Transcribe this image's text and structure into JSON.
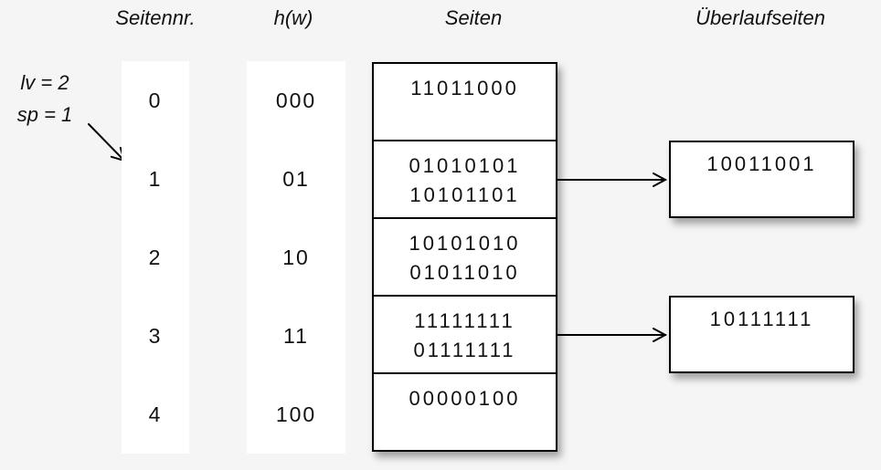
{
  "headers": {
    "seitennr": "Seitennr.",
    "hw": "h(w)",
    "seiten": "Seiten",
    "ueberlauf": "Überlaufseiten"
  },
  "annotation": {
    "line1": "lv = 2",
    "line2": "sp = 1"
  },
  "rows": [
    {
      "nr": "0",
      "hash": "000",
      "entries": [
        "11011000",
        ""
      ]
    },
    {
      "nr": "1",
      "hash": "01",
      "entries": [
        "01010101",
        "10101101"
      ],
      "overflow": "10011001"
    },
    {
      "nr": "2",
      "hash": "10",
      "entries": [
        "10101010",
        "01011010"
      ]
    },
    {
      "nr": "3",
      "hash": "11",
      "entries": [
        "11111111",
        "01111111"
      ],
      "overflow": "10111111"
    },
    {
      "nr": "4",
      "hash": "100",
      "entries": [
        "00000100",
        ""
      ]
    }
  ],
  "colors": {
    "background": "#f5f5f6",
    "box_fill": "#ffffff",
    "line": "#000000"
  }
}
